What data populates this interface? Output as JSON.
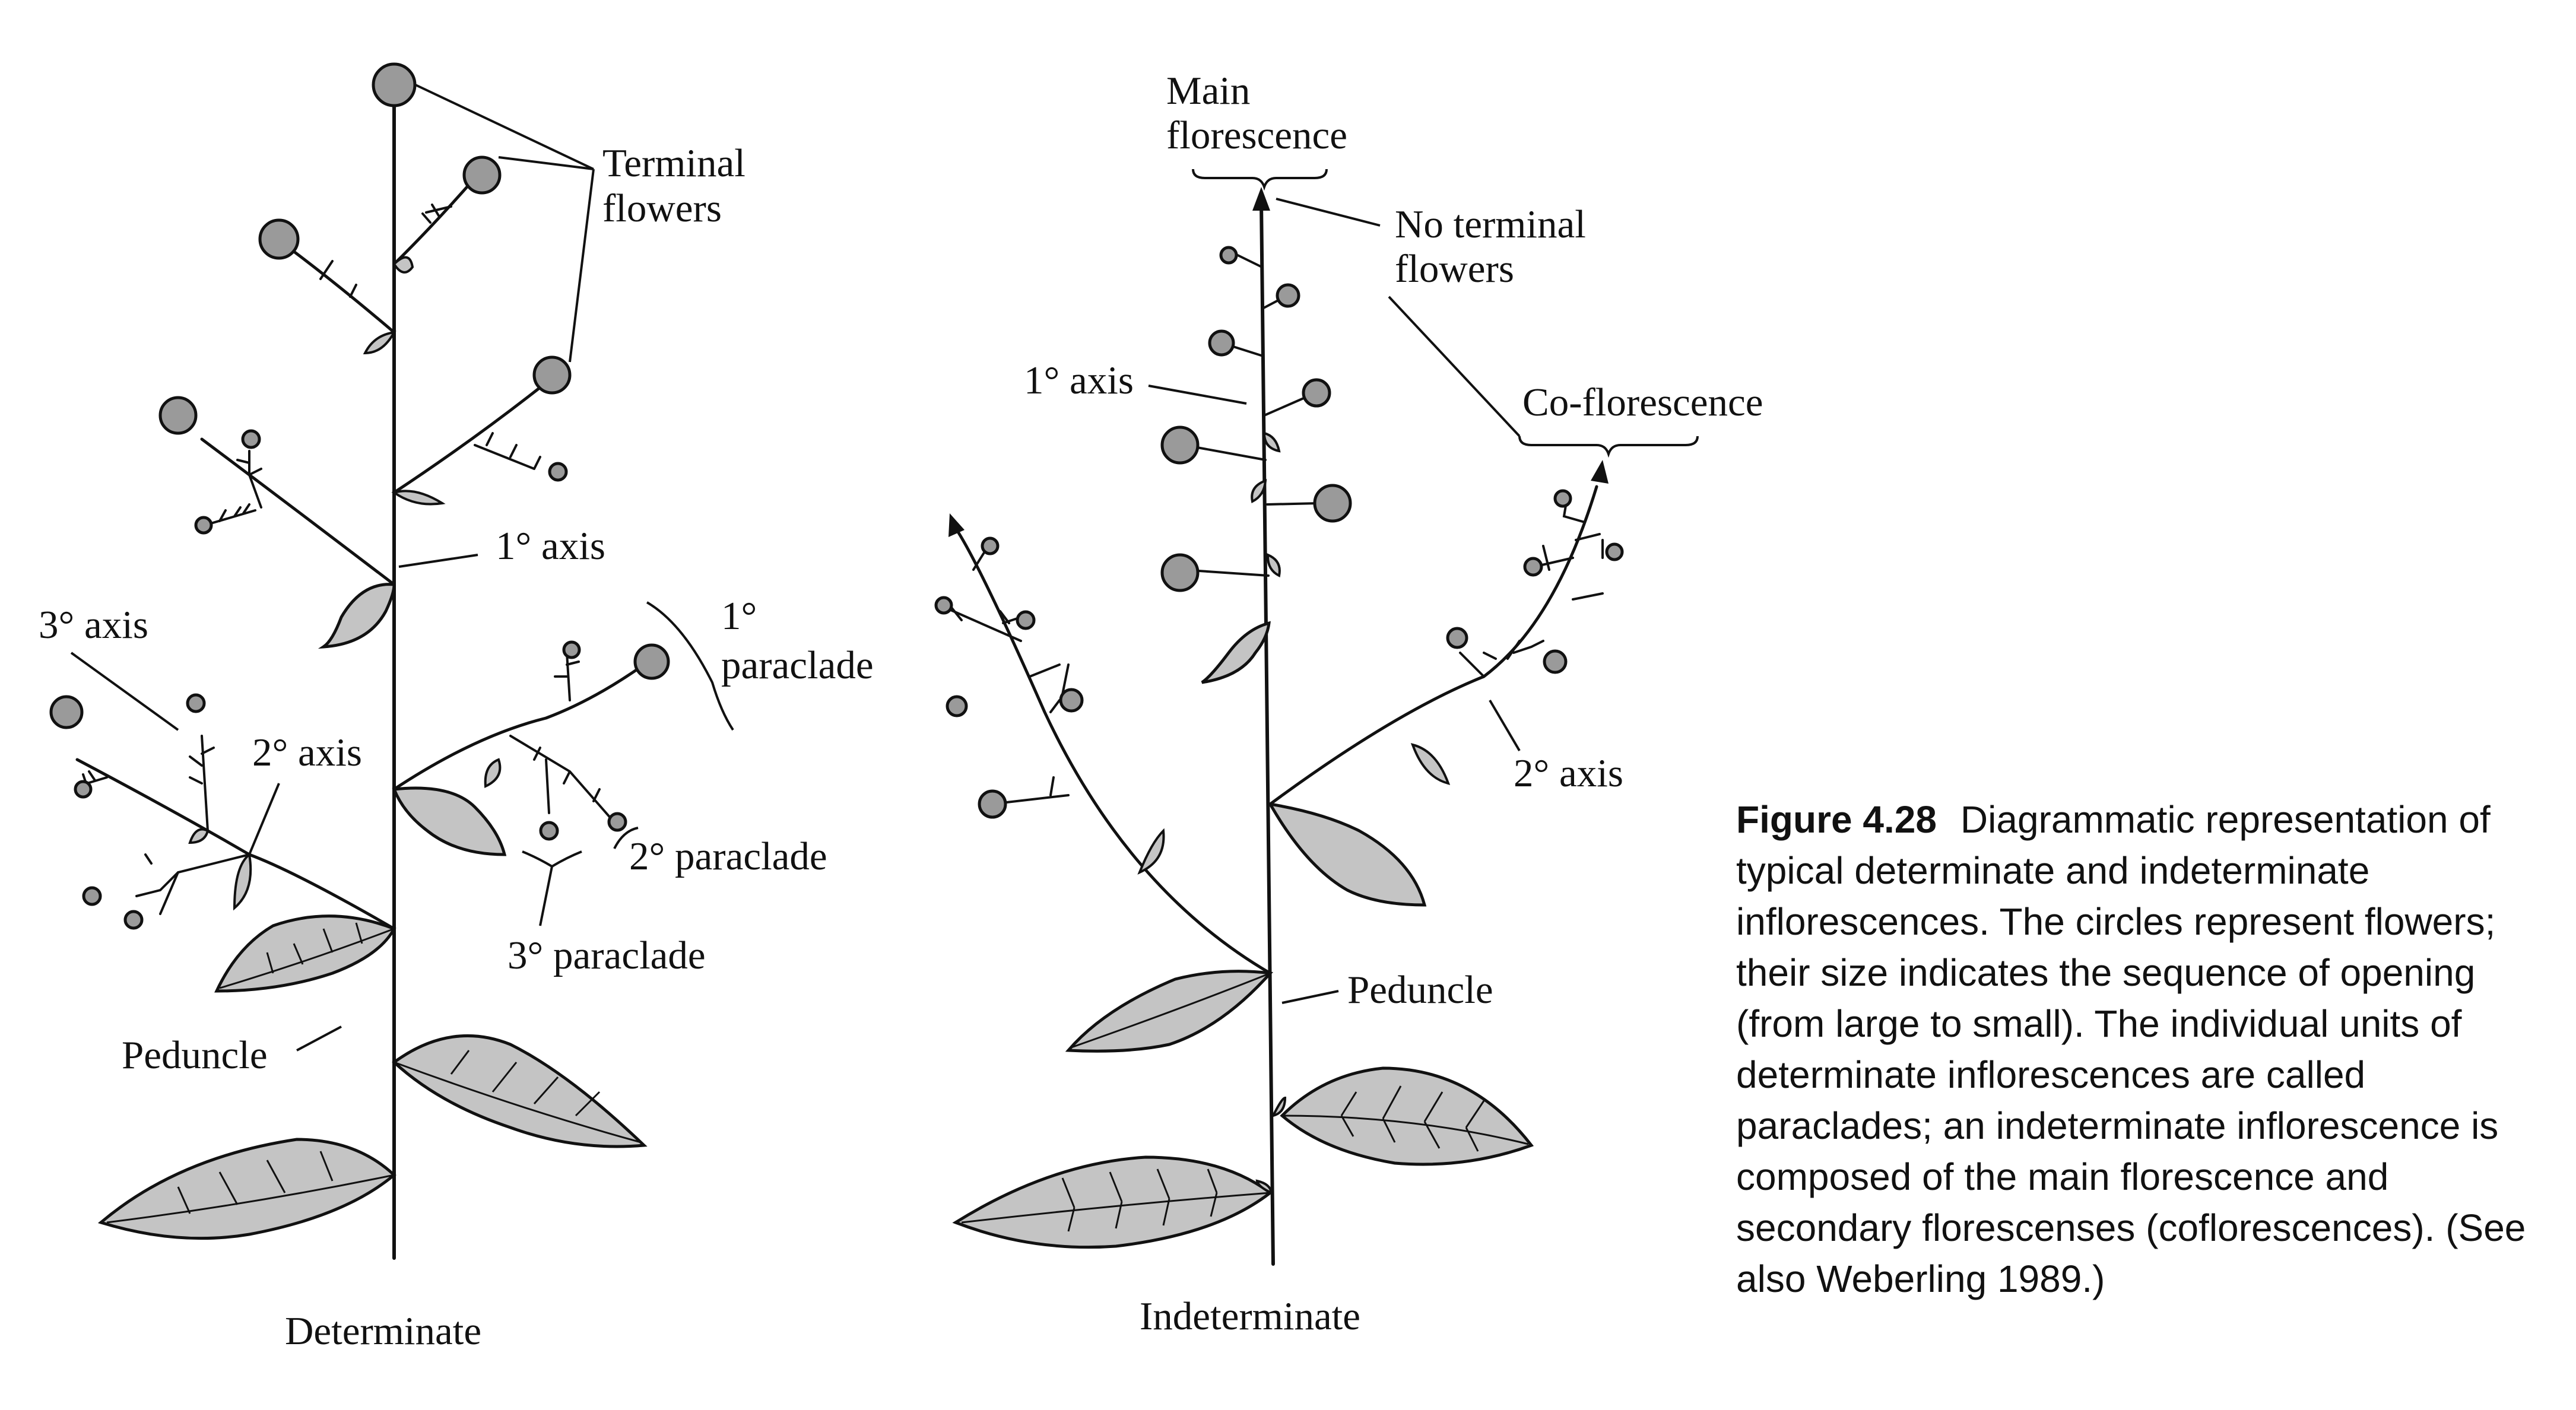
{
  "determinate": {
    "title": "Determinate",
    "labels": {
      "terminal_flowers": [
        "Terminal",
        "flowers"
      ],
      "primary_axis": "1° axis",
      "tertiary_axis": "3° axis",
      "secondary_axis": "2° axis",
      "primary_paraclade": [
        "1°",
        "paraclade"
      ],
      "secondary_paraclade": "2° paraclade",
      "tertiary_paraclade": "3° paraclade",
      "peduncle": "Peduncle"
    }
  },
  "indeterminate": {
    "title": "Indeterminate",
    "labels": {
      "main_florescence": [
        "Main",
        "florescence"
      ],
      "no_terminal_flowers": [
        "No terminal",
        "flowers"
      ],
      "primary_axis": "1° axis",
      "co_florescence": "Co-florescence",
      "secondary_axis": "2° axis",
      "peduncle": "Peduncle"
    }
  },
  "caption": {
    "figure_number": "Figure 4.28",
    "text": "Diagrammatic representation of typical determinate and indeterminate inflorescences. The circles represent flowers; their size indicates the sequence of opening (from large to small). The individual units of determinate inflorescences are called paraclades; an indeterminate inflorescence is composed of the main florescence and secondary florescenses (coflorescences). (See also Weberling 1989.)"
  },
  "colors": {
    "flower_fill": "#9a9a9a",
    "leaf_fill": "#c4c4c4",
    "ink": "#111111"
  }
}
